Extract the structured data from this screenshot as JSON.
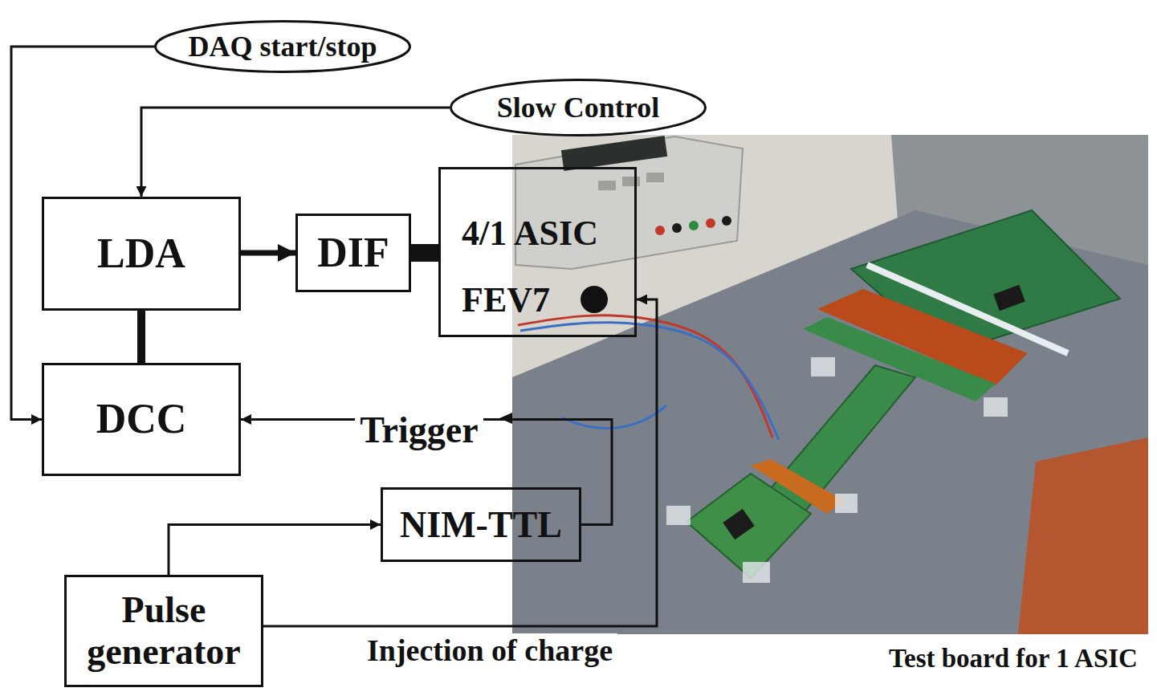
{
  "diagram": {
    "nodes": [
      {
        "text": [
          "DAQ start/stop"
        ]
      },
      {
        "text": [
          "Slow Control"
        ]
      },
      {
        "text": [
          "LDA"
        ]
      },
      {
        "text": [
          "DIF"
        ]
      },
      {
        "text": [
          "4/1 ASIC",
          "FEV7"
        ]
      },
      {
        "text": [
          "DCC"
        ]
      },
      {
        "text": [
          "NIM-TTL"
        ]
      },
      {
        "text": [
          "Pulse generator"
        ]
      }
    ],
    "edges": [
      {
        "from": 0,
        "to": 5,
        "arrow": "to"
      },
      {
        "from": 1,
        "to": 2,
        "arrow": "to"
      },
      {
        "from": 2,
        "to": 3,
        "arrow": "to"
      },
      {
        "from": 3,
        "to": 4,
        "arrow": "none"
      },
      {
        "from": 2,
        "to": 5,
        "arrow": "none"
      },
      {
        "from": 6,
        "to": 5,
        "label": "Trigger",
        "arrow": "to"
      },
      {
        "from": 7,
        "to": 6,
        "arrow": "to"
      },
      {
        "from": 7,
        "to": 4,
        "label": "Injection of charge",
        "arrow": "to"
      }
    ],
    "labels": [
      "Test board for 1 ASIC"
    ]
  }
}
